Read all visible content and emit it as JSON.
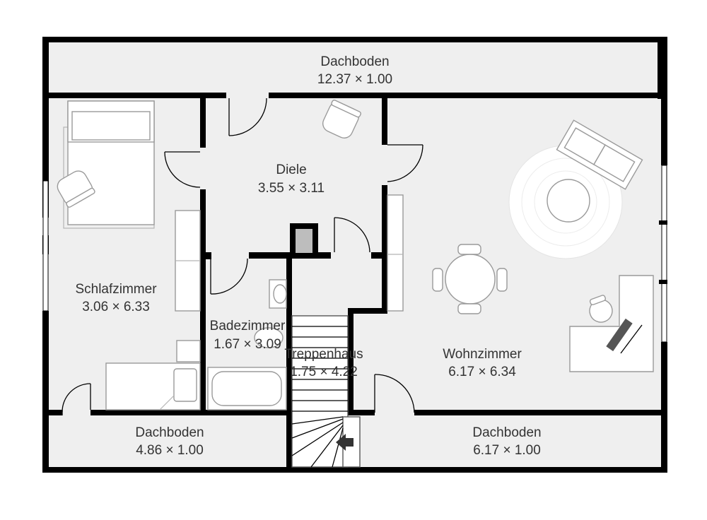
{
  "rooms": [
    {
      "id": "dachboden-top",
      "name": "Dachboden",
      "size": "12.37 × 1.00"
    },
    {
      "id": "diele",
      "name": "Diele",
      "size": "3.55 × 3.11"
    },
    {
      "id": "schlafzimmer",
      "name": "Schlafzimmer",
      "size": "3.06 × 6.33"
    },
    {
      "id": "badezimmer",
      "name": "Badezimmer",
      "size": "1.67 × 3.09"
    },
    {
      "id": "treppenhaus",
      "name": "Treppenhaus",
      "size": "1.75 × 4.22"
    },
    {
      "id": "wohnzimmer",
      "name": "Wohnzimmer",
      "size": "6.17 × 6.34"
    },
    {
      "id": "dachboden-left",
      "name": "Dachboden",
      "size": "4.86 × 1.00"
    },
    {
      "id": "dachboden-right",
      "name": "Dachboden",
      "size": "6.17 × 1.00"
    }
  ],
  "colors": {
    "wall": "#000000",
    "floor": "#efefef",
    "label": "#333333",
    "chimney": "#bdbdbd"
  }
}
